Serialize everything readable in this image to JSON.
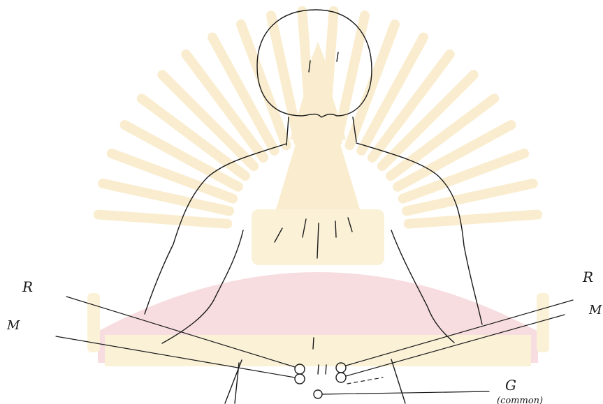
{
  "labels": {
    "left_r": "R",
    "left_m": "M",
    "right_r": "R",
    "right_m": "M",
    "ground": "G",
    "ground_note": "(common)"
  },
  "colors": {
    "ink": "#1a1a1a",
    "watermark": "#f6e0a8",
    "watermark_base": "#f4c2c8"
  },
  "watermark": {
    "type": "university-emblem-seal"
  }
}
